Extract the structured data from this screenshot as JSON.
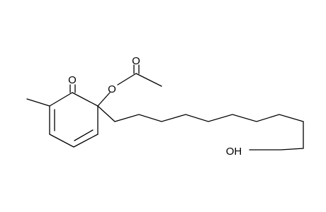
{
  "molecule": {
    "atom_labels": {
      "ketone_o": "O",
      "ester_o": "O",
      "carbonyl_o": "O",
      "hydroxyl": "OH"
    }
  },
  "colors": {
    "background": "#ffffff",
    "bond": "#000000",
    "label": "#000000"
  }
}
